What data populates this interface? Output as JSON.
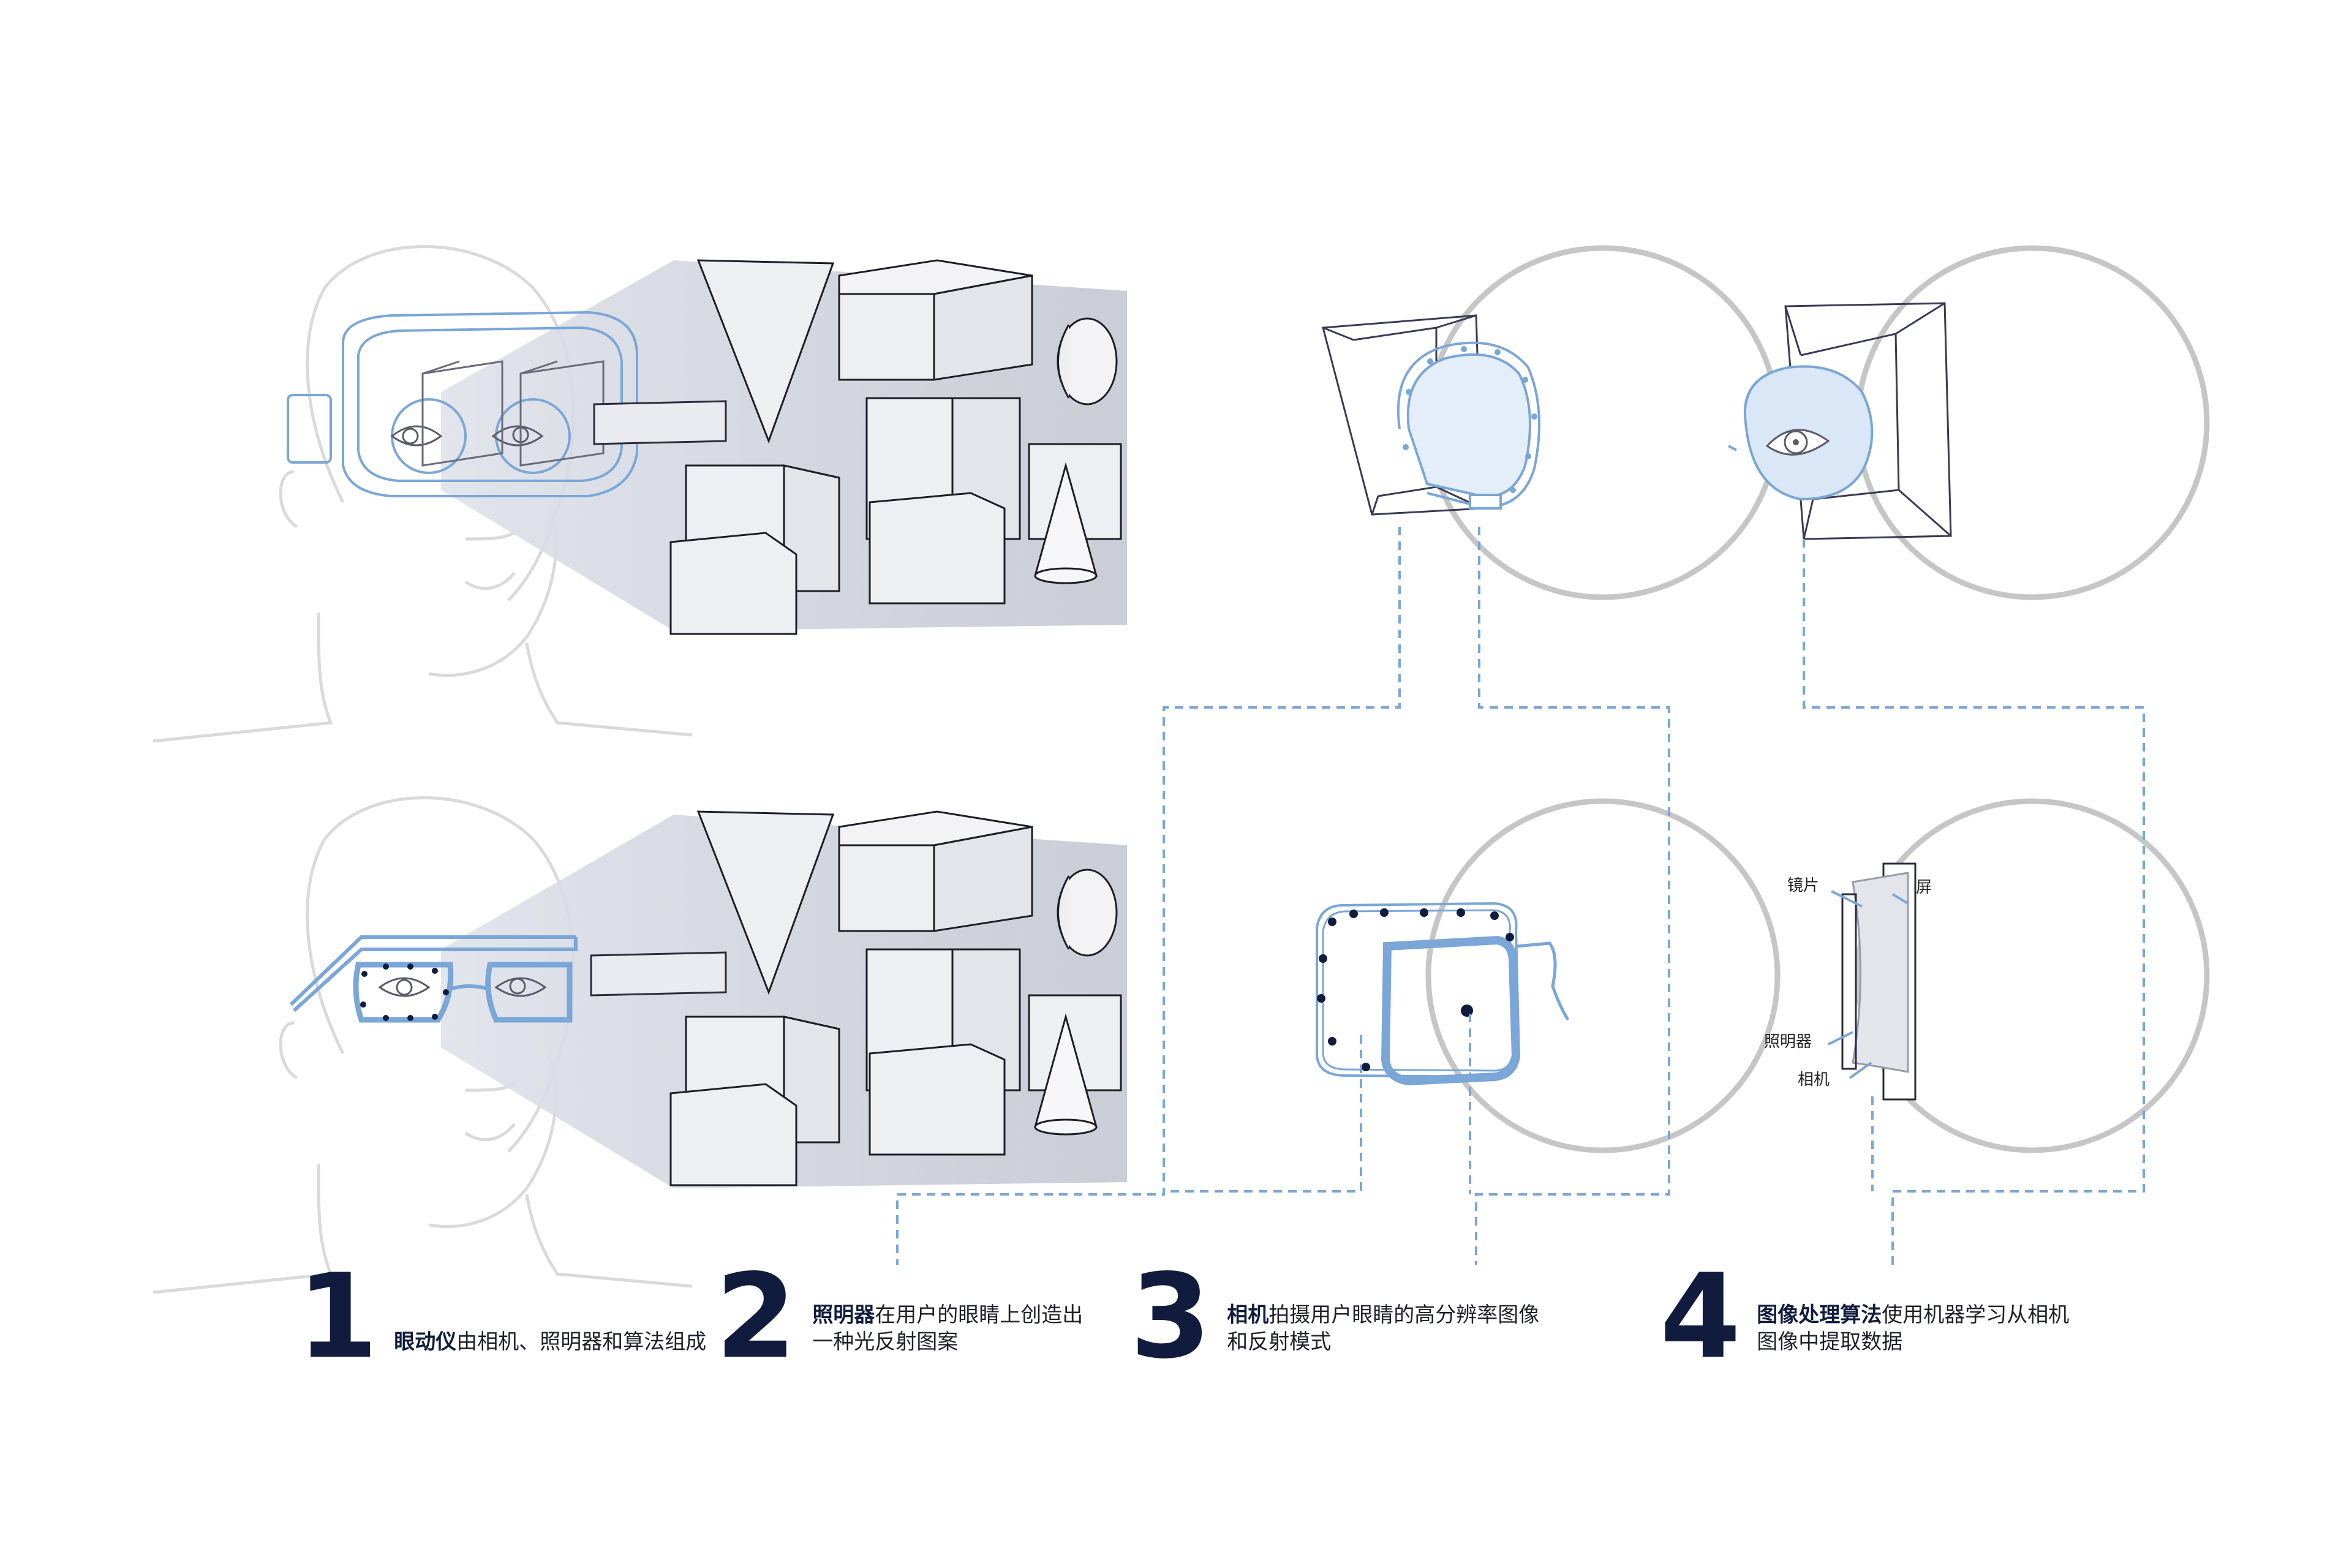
{
  "colors": {
    "accent_blue": "#7aa6d8",
    "navy": "#111b3e",
    "outline_dark": "#2b2b3a",
    "light_gray": "#d8d8d8",
    "circle_gray": "#c6c6c6",
    "projection_fill": "#c9cdd8"
  },
  "steps": [
    {
      "number": "1",
      "title": "眼动仪",
      "text": "由相机、照明器和算法组成"
    },
    {
      "number": "2",
      "title": "照明器",
      "text": "在用户的眼睛上创造出",
      "text2": "一种光反射图案"
    },
    {
      "number": "3",
      "title": "相机",
      "text": "拍摄用户眼睛的高分辨率图像",
      "text2": "和反射模式"
    },
    {
      "number": "4",
      "title": "图像处理算法",
      "text": "使用机器学习从相机",
      "text2": "图像中提取数据"
    }
  ],
  "callouts": {
    "lens": "镜片",
    "screen": "屏",
    "illuminator": "照明器",
    "camera": "相机"
  }
}
